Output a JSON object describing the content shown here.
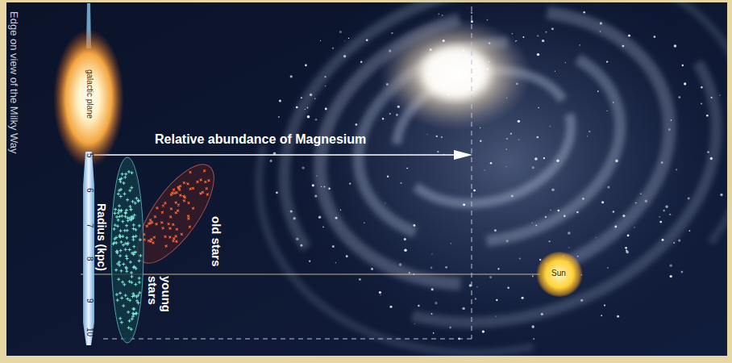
{
  "diagram": {
    "nodes": [
      {
        "text": [
          "old stars"
        ]
      },
      {
        "text": [
          "young stars"
        ]
      },
      {
        "text": [
          "Sun"
        ]
      }
    ],
    "labels": [
      "Edge on view of the Milky Way",
      "galactic plane",
      "Relative abundance of Magnesium",
      "Radius (kpc)",
      "5",
      "6",
      "7",
      "8",
      "9",
      "10"
    ]
  }
}
